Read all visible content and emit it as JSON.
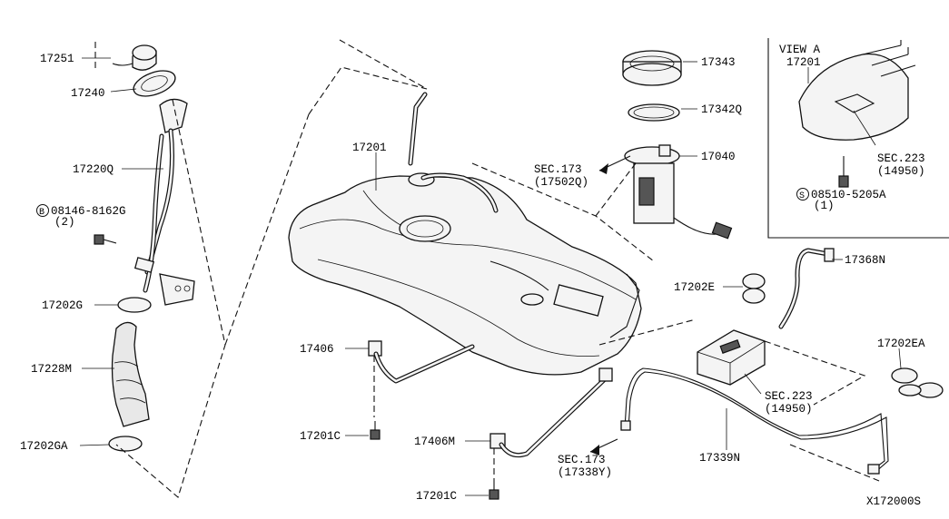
{
  "labels": {
    "p17251": "17251",
    "p17240": "17240",
    "p17220q": "17220Q",
    "bolt_b": "08146-8162G",
    "bolt_b_qty": "(2)",
    "p17202g": "17202G",
    "p17228m": "17228M",
    "p17202ga": "17202GA",
    "p17201_tank": "17201",
    "p17406": "17406",
    "p17201c_a": "17201C",
    "p17406m": "17406M",
    "p17201c_b": "17201C",
    "sec173_a": "SEC.173",
    "sec173_a_ref": "(17502Q)",
    "p17343": "17343",
    "p17342q": "17342Q",
    "p17040": "17040",
    "p17368n": "17368N",
    "p17202e": "17202E",
    "sec223_a": "SEC.223",
    "sec223_a_ref": "(14950)",
    "p17202ea": "17202EA",
    "p17339n": "17339N",
    "sec173_b": "SEC.173",
    "sec173_b_ref": "(17338Y)",
    "view_a": "VIEW A",
    "view_a_part": "17201",
    "sec223_b": "SEC.223",
    "sec223_b_ref": "(14950)",
    "screw_s": "08510-5205A",
    "screw_s_qty": "(1)",
    "drawing_code": "X172000S"
  },
  "symbols": {
    "circled_b": "B",
    "circled_s": "S"
  }
}
